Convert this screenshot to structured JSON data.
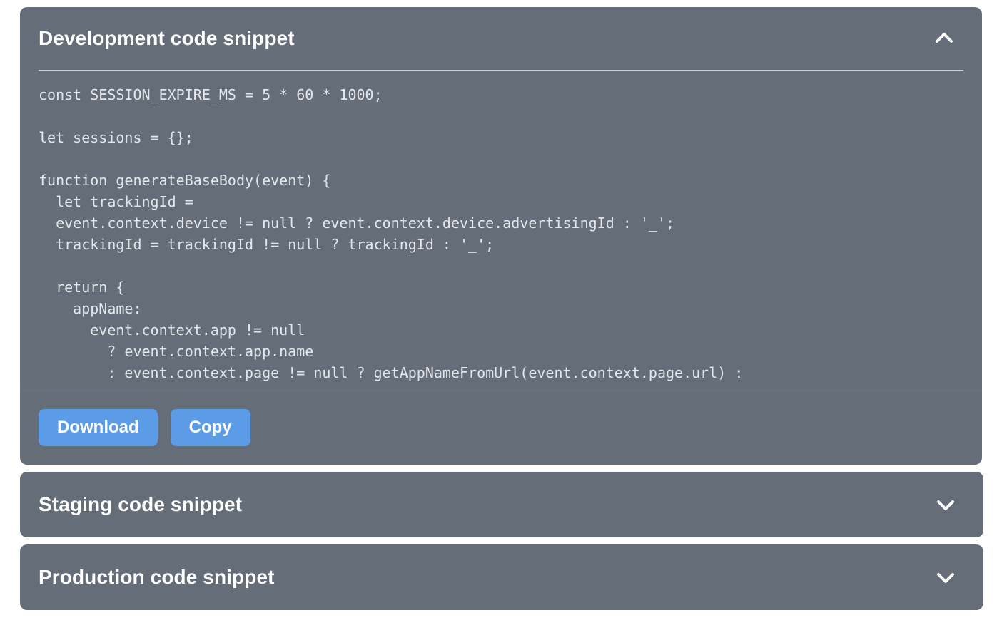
{
  "colors": {
    "panel_background": "#656D79",
    "page_background": "#FFFFFF",
    "button_blue": "#5C9CE6",
    "code_text": "#E4E7EA",
    "divider": "#C7CBD2",
    "title_text": "#FFFFFF"
  },
  "panels": [
    {
      "id": "development",
      "title": "Development code snippet",
      "expanded": true,
      "chevron_icon": "chevron-up-icon",
      "code": "const SESSION_EXPIRE_MS = 5 * 60 * 1000;\n\nlet sessions = {};\n\nfunction generateBaseBody(event) {\n  let trackingId =\n  event.context.device != null ? event.context.device.advertisingId : '_';\n  trackingId = trackingId != null ? trackingId : '_';\n\n  return {\n    appName:\n      event.context.app != null\n        ? event.context.app.name\n        : event.context.page != null ? getAppNameFromUrl(event.context.page.url) :",
      "buttons": [
        {
          "id": "download",
          "label": "Download"
        },
        {
          "id": "copy",
          "label": "Copy"
        }
      ]
    },
    {
      "id": "staging",
      "title": "Staging code snippet",
      "expanded": false,
      "chevron_icon": "chevron-down-icon"
    },
    {
      "id": "production",
      "title": "Production code snippet",
      "expanded": false,
      "chevron_icon": "chevron-down-icon"
    }
  ]
}
